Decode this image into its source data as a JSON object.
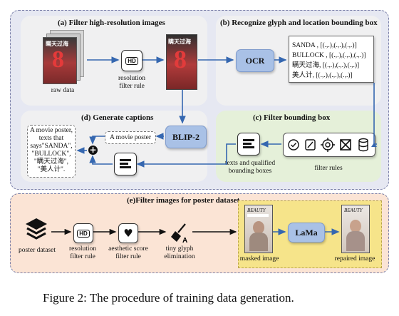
{
  "panels": {
    "a": {
      "title": "(a) Filter high-resolution images",
      "raw_label": "raw data",
      "rule_label_1": "resolution",
      "rule_label_2": "filter rule",
      "hd_icon": "HD"
    },
    "b": {
      "title": "(b) Recognize glyph and location bounding box",
      "ocr_label": "OCR",
      "ocr_lines": [
        "SANDA , [(.,.),(.,.),(.,.)]",
        "BULLOCK , [(.,.),(.,.),(.,.)]",
        "瞒天过海, [(.,.),(.,.),(.,.)]",
        "美人计, [(.,.),(.,.),(.,.)]"
      ]
    },
    "c": {
      "title": "(c) Filter bounding box",
      "texts_label_1": "texts and qualified",
      "texts_label_2": "bounding boxes",
      "rules_label": "filter rules"
    },
    "d": {
      "title": "(d) Generate captions",
      "blip_label": "BLIP-2",
      "short_caption": "A movie poster",
      "full_caption": [
        "A movie poster,",
        "texts that",
        "says\"SANDA\",",
        "\"BULLOCK\",",
        "\"瞒天过海\",",
        "\"美人计\"."
      ]
    },
    "e": {
      "title": "(e)Filter images for poster dataset",
      "poster_label": "poster dataset",
      "res_label_1": "resolution",
      "res_label_2": "filter rule",
      "aes_label_1": "aesthetic score",
      "aes_label_2": "filter rule",
      "glyph_label_1": "tiny glyph",
      "glyph_label_2": "elimination",
      "lama_label": "LaMa",
      "masked_label": "masked image",
      "repaired_label": "repaired image",
      "hd_icon": "HD",
      "poster_word": "BEAUTY"
    }
  },
  "poster": {
    "title_text": "瞒天过海",
    "number": "8"
  },
  "figure_caption": "Figure 2: The procedure of training data generation.",
  "colors": {
    "outer_bg": "#e6e8f2",
    "panel_gray": "#f0f0f1",
    "panel_green": "#e5f0d9",
    "panel_orange": "#fbe4d5",
    "lama_bg": "#f6e48a",
    "button_blue": "#a9c1e6",
    "arrow": "#3567b0"
  }
}
